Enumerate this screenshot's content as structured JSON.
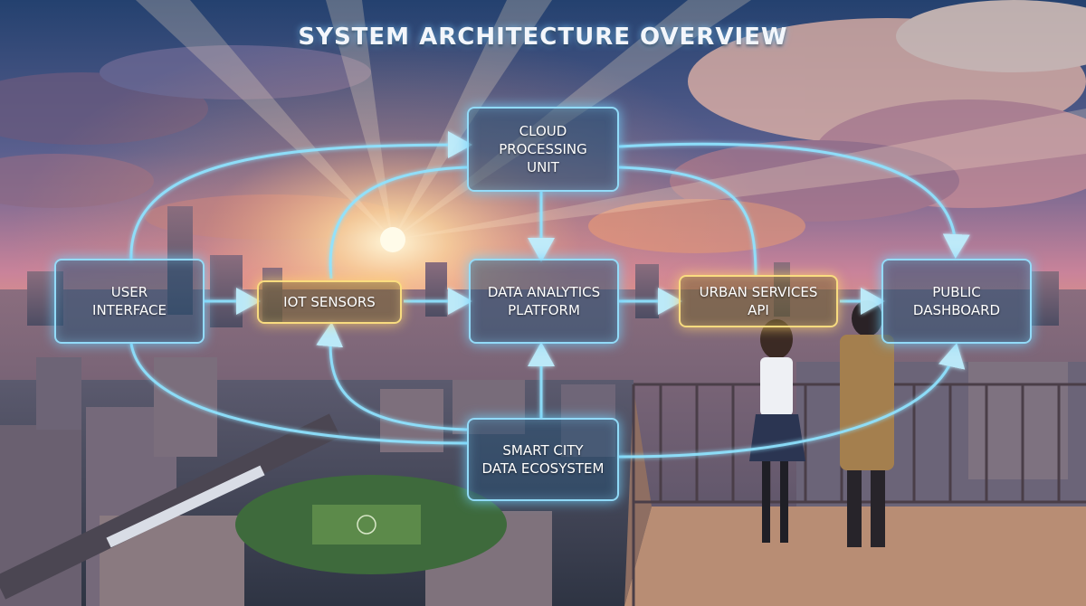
{
  "title": "SYSTEM ARCHITECTURE OVERVIEW",
  "nodes": {
    "cloud": "CLOUD\nPROCESSING\nUNIT",
    "user_interface": "USER\nINTERFACE",
    "iot_sensors": "IOT SENSORS",
    "data_analytics": "DATA ANALYTICS\nPLATFORM",
    "urban_services": "URBAN SERVICES\nAPI",
    "public_dashboard": "PUBLIC\nDASHBOARD",
    "smart_city": "SMART CITY\nDATA ECOSYSTEM"
  },
  "colors": {
    "connector": "#8fe3ff",
    "blue_node_border": "#96e1ff",
    "gold_node_border": "#ffe182",
    "sky_top": "#2a4a7a",
    "sky_horizon": "#f4a46a"
  }
}
